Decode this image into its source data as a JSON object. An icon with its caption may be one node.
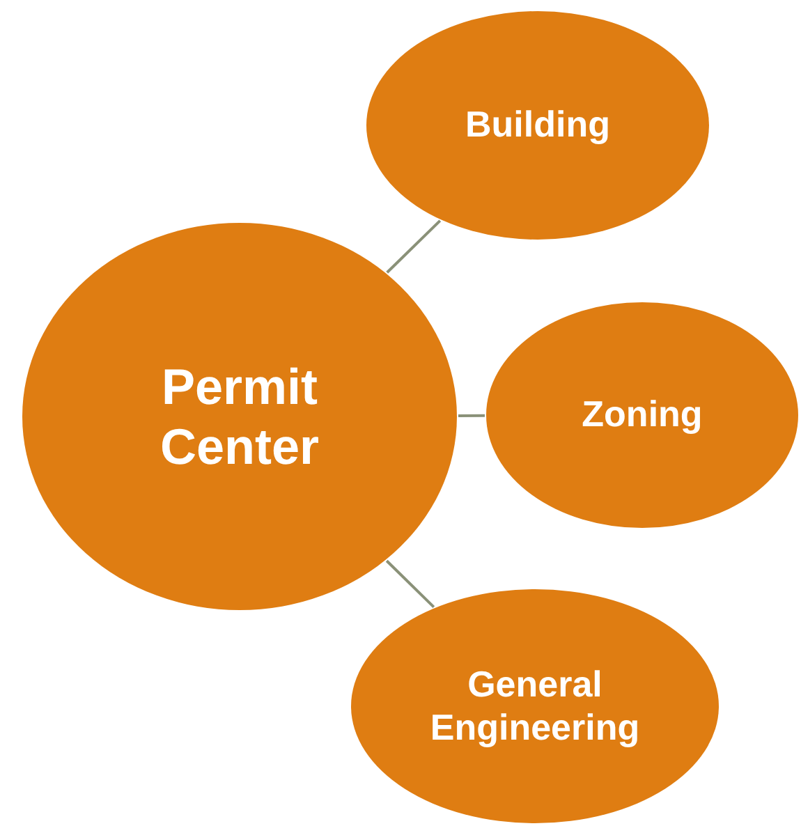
{
  "diagram": {
    "nodes": [
      {
        "text": [
          "Permit Center"
        ]
      },
      {
        "text": [
          "Building"
        ]
      },
      {
        "text": [
          "Zoning"
        ]
      },
      {
        "text": [
          "General Engineering"
        ]
      }
    ],
    "edges": [
      {
        "from": 0,
        "to": 1,
        "arrow": "none"
      },
      {
        "from": 0,
        "to": 2,
        "arrow": "none"
      },
      {
        "from": 0,
        "to": 3,
        "arrow": "none"
      }
    ]
  }
}
